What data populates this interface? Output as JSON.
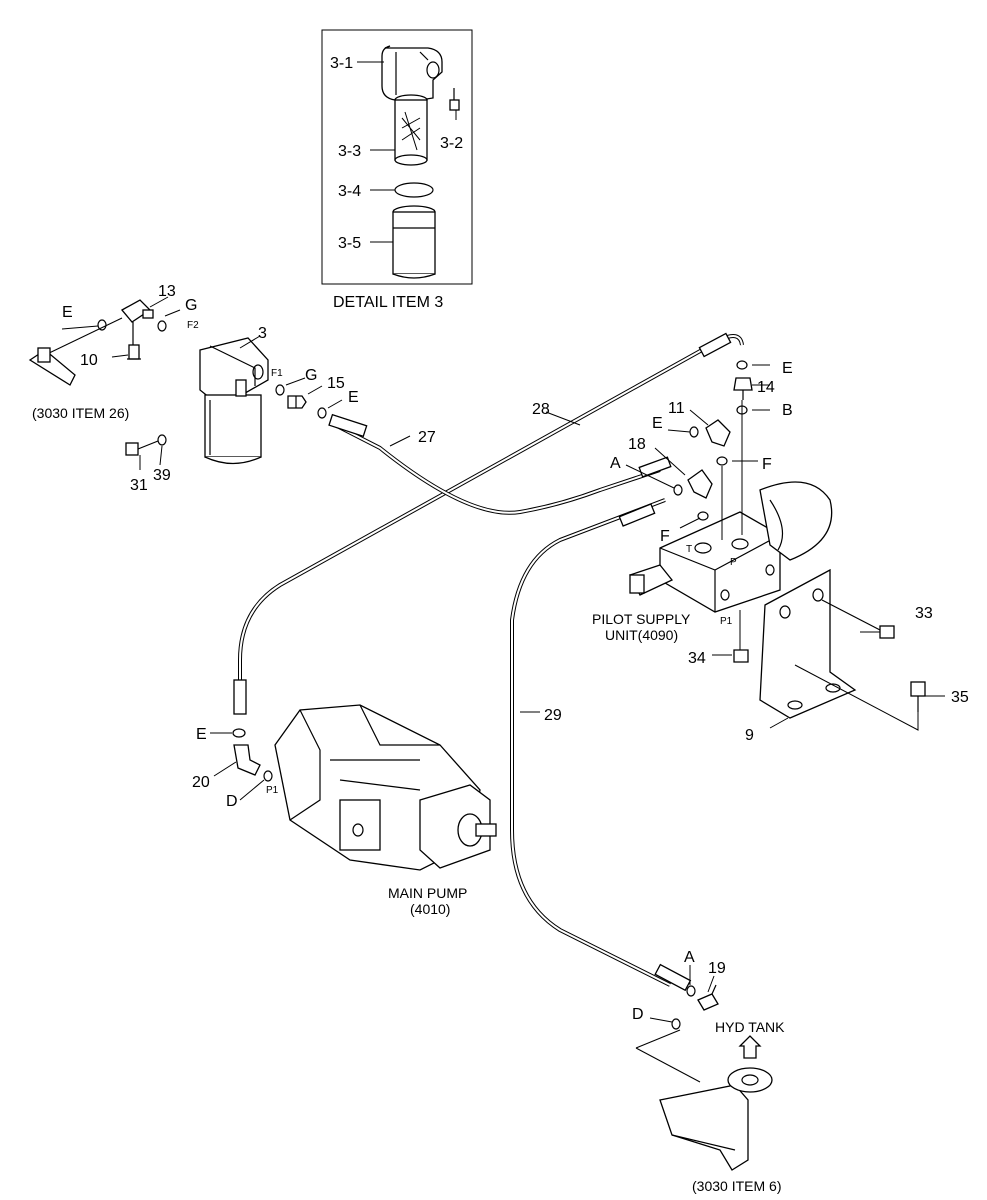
{
  "detail_box": {
    "title": "DETAIL ITEM 3",
    "labels": [
      "3-1",
      "3-2",
      "3-3",
      "3-4",
      "3-5"
    ]
  },
  "part_labels": {
    "p3": "3",
    "p9": "9",
    "p10": "10",
    "p11": "11",
    "p13": "13",
    "p14": "14",
    "p15": "15",
    "p18": "18",
    "p19": "19",
    "p20": "20",
    "p27": "27",
    "p28": "28",
    "p29": "29",
    "p31": "31",
    "p33": "33",
    "p34": "34",
    "p35": "35",
    "p39": "39"
  },
  "letter_labels": {
    "e1": "E",
    "e2": "E",
    "e3": "E",
    "e4": "E",
    "e5": "E",
    "g1": "G",
    "g2": "G",
    "a1": "A",
    "a2": "A",
    "b1": "B",
    "f1": "F",
    "f2": "F",
    "d1": "D",
    "d2": "D"
  },
  "port_labels": {
    "f2": "F2",
    "f1": "F1",
    "t": "T",
    "p": "P",
    "p1": "P1",
    "pump_p1": "P1"
  },
  "callouts": {
    "ref_3030_26": "(3030 ITEM 26)",
    "ref_3030_6": "(3030 ITEM 6)",
    "pilot_supply_1": "PILOT SUPPLY",
    "pilot_supply_2": "UNIT(4090)",
    "main_pump_1": "MAIN PUMP",
    "main_pump_2": "(4010)",
    "hyd_tank": "HYD TANK"
  }
}
